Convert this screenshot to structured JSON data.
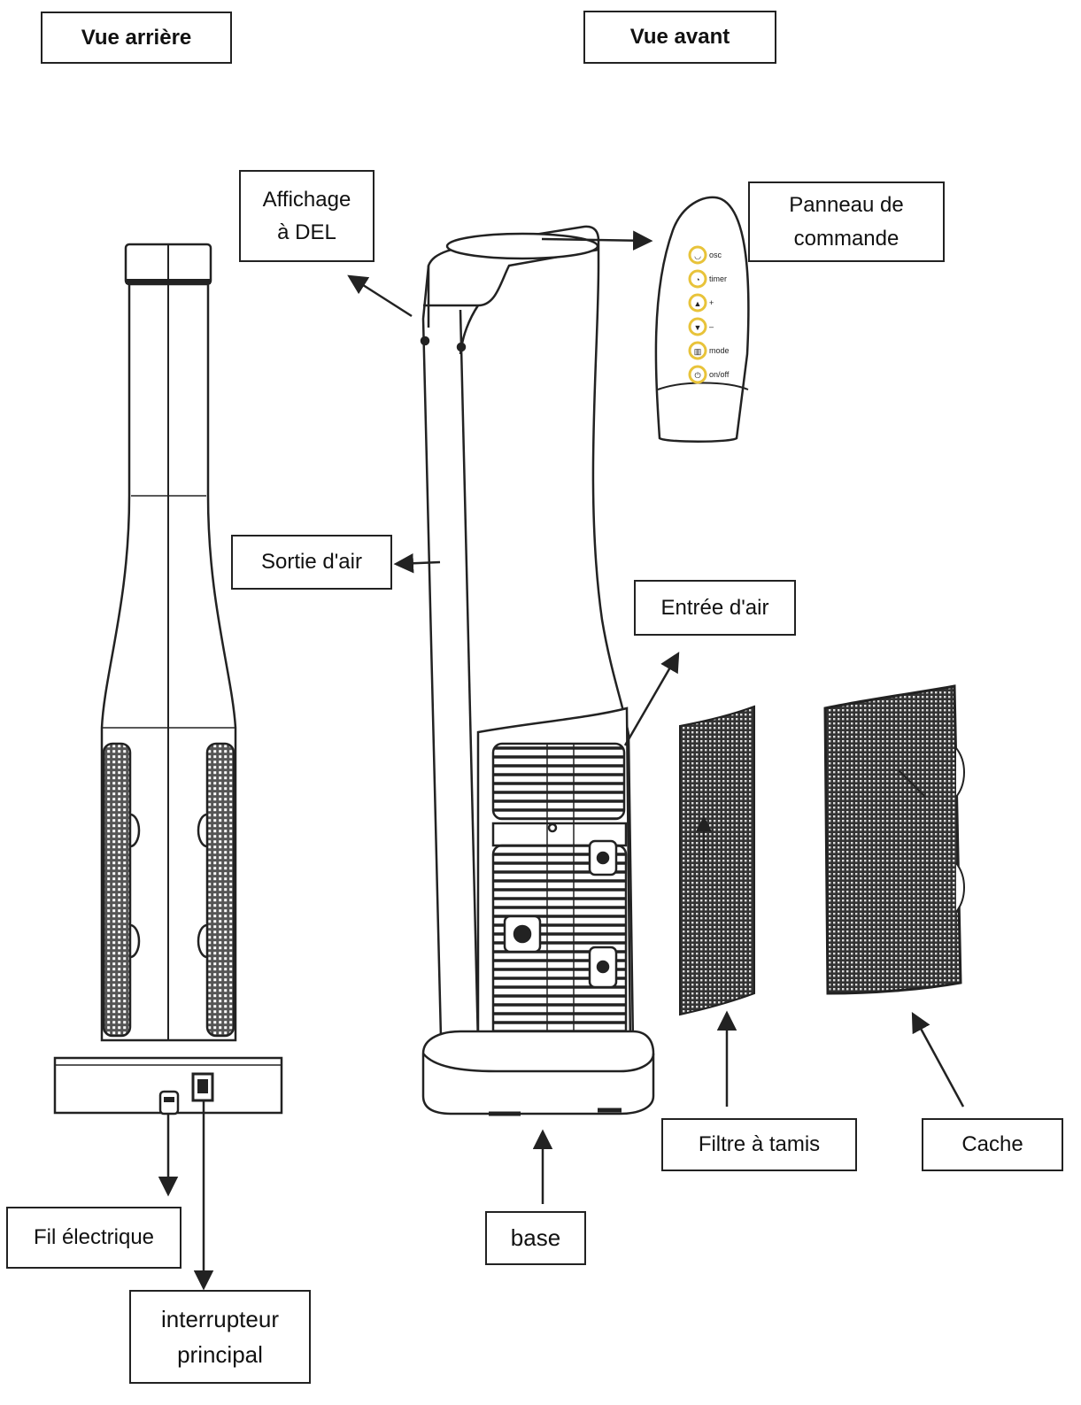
{
  "titles": {
    "rear_view": "Vue arrière",
    "front_view": "Vue avant"
  },
  "labels": {
    "led_display": "Affichage\nà DEL",
    "control_panel": "Panneau de\ncommande",
    "air_outlet": "Sortie d'air",
    "air_inlet": "Entrée d'air",
    "mesh_filter": "Filtre à tamis",
    "cover": "Cache",
    "base": "base",
    "power_cord": "Fil électrique",
    "main_switch": "interrupteur\nprincipal"
  },
  "control_buttons": [
    {
      "symbol": "◡",
      "text": "osc"
    },
    {
      "symbol": "◔",
      "text": "timer"
    },
    {
      "symbol": "▲",
      "text": "+"
    },
    {
      "symbol": "▼",
      "text": "–"
    },
    {
      "symbol": "▥",
      "text": "mode"
    },
    {
      "symbol": "⏻",
      "text": "on/off"
    }
  ],
  "colors": {
    "line": "#222222",
    "button_ring": "#e8c33a"
  }
}
